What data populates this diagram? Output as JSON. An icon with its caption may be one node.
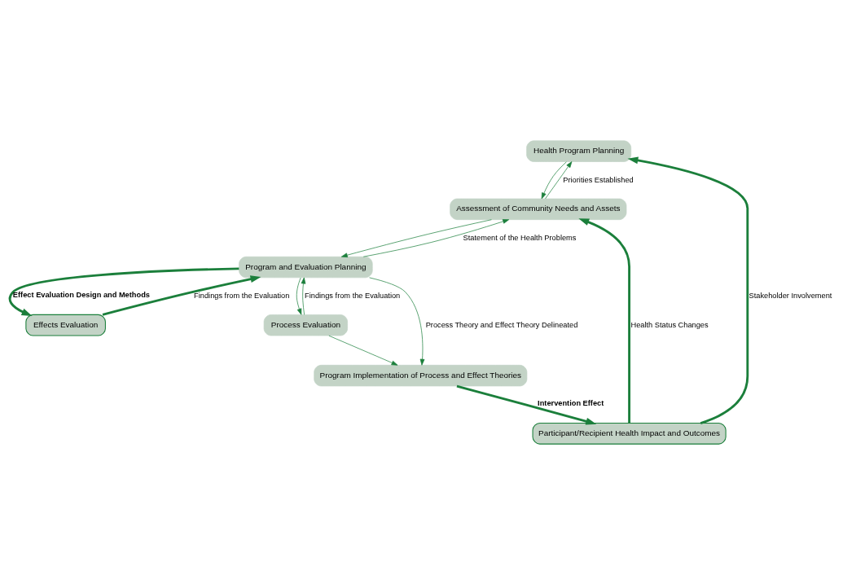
{
  "diagram": {
    "nodes": [
      {
        "text": [
          "Health Program Planning"
        ]
      },
      {
        "text": [
          "Assessment of Community Needs and Assets"
        ]
      },
      {
        "text": [
          "Program and Evaluation Planning"
        ]
      },
      {
        "text": [
          "Effects Evaluation"
        ]
      },
      {
        "text": [
          "Participant/Recipient Health Impact and Outcomes"
        ]
      },
      {
        "text": [
          "Process Evaluation"
        ]
      },
      {
        "text": [
          "Program Implementation of Process and Effect Theories"
        ]
      }
    ],
    "edges": [
      {
        "from": 0,
        "to": 1,
        "arrow": "to"
      },
      {
        "from": 1,
        "to": 0,
        "arrow": "to",
        "label": "Priorities Established"
      },
      {
        "from": 1,
        "to": 2,
        "arrow": "to"
      },
      {
        "from": 2,
        "to": 1,
        "arrow": "to",
        "label": "Statement of the Health Problems"
      },
      {
        "from": 4,
        "to": 0,
        "arrow": "to",
        "label": "Stakeholder Involvement",
        "style": "thick"
      },
      {
        "from": 4,
        "to": 1,
        "arrow": "to",
        "label": "Health Status Changes",
        "style": "thick"
      },
      {
        "from": 3,
        "to": 2,
        "arrow": "to",
        "label": "Findings from the Evaluation",
        "style": "thick"
      },
      {
        "from": 2,
        "to": 3,
        "arrow": "to",
        "label": "Effect Evaluation Design and Methods",
        "style": "thick"
      },
      {
        "from": 5,
        "to": 2,
        "arrow": "to",
        "label": "Findings from the Evaluation"
      },
      {
        "from": 5,
        "to": 6,
        "arrow": "to"
      },
      {
        "from": 2,
        "to": 5,
        "arrow": "to"
      },
      {
        "from": 2,
        "to": 6,
        "arrow": "to",
        "label": "Process Theory and Effect Theory Delineated"
      },
      {
        "from": 6,
        "to": 4,
        "arrow": "to",
        "label": "Intervention Effect",
        "style": "thick"
      }
    ]
  }
}
